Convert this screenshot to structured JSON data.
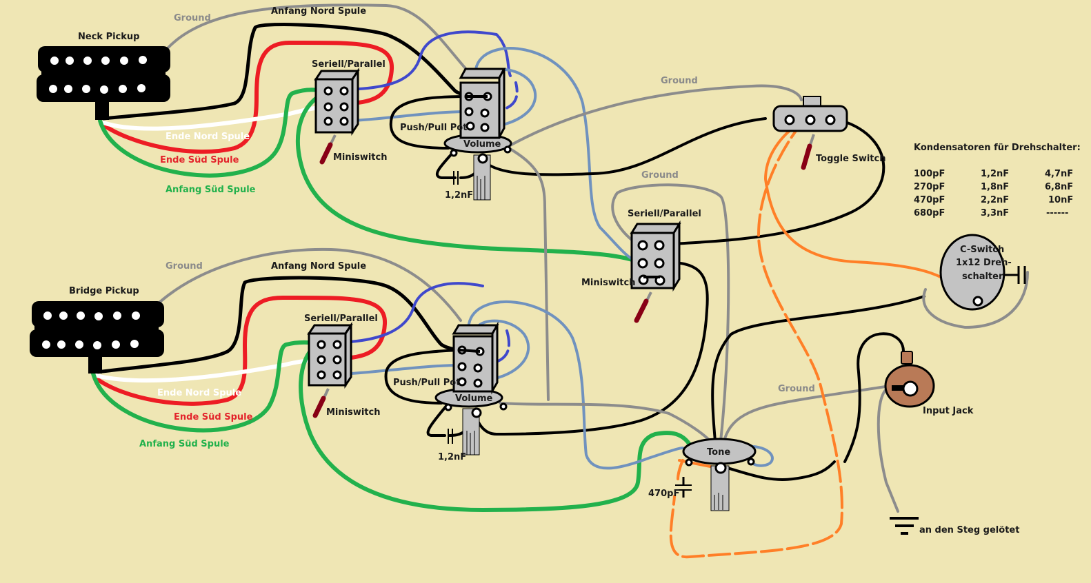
{
  "title": "Guitar wiring diagram: 2 humbuckers with coil split/series-parallel, C-Switch, toggle switch",
  "colors": {
    "background": "#efe6b4",
    "wire_black": "#000000",
    "wire_red": "#ed1c24",
    "wire_white": "#ffffff",
    "wire_green": "#22b14c",
    "wire_ground": "#8c8c8c",
    "wire_blue": "#3f48cc",
    "wire_light_blue": "#7092be",
    "wire_orange": "#ff7f27",
    "component_gray": "#c3c3c3",
    "lever": "#880015",
    "jack": "#b97a57"
  },
  "neck": {
    "pickup_label": "Neck Pickup",
    "ground_label": "Ground",
    "anfang_nord_label": "Anfang Nord Spule",
    "ende_nord_label": "Ende Nord Spule",
    "ende_sued_label": "Ende Süd Spule",
    "anfang_sued_label": "Anfang Süd Spule",
    "switch_label": "Seriell/Parallel",
    "miniswitch_label": "Miniswitch",
    "pot_label": "Push/Pull Pot",
    "volume_label": "Volume",
    "cap_label": "1,2nF"
  },
  "bridge": {
    "pickup_label": "Bridge Pickup",
    "ground_label": "Ground",
    "anfang_nord_label": "Anfang Nord Spule",
    "ende_nord_label": "Ende Nord Spule",
    "ende_sued_label": "Ende Süd Spule",
    "anfang_sued_label": "Anfang Süd Spule",
    "switch_label": "Seriell/Parallel",
    "miniswitch_label": "Miniswitch",
    "pot_label": "Push/Pull Pot",
    "volume_label": "Volume",
    "cap_label": "1,2nF"
  },
  "middle_switch": {
    "ground_label": "Ground",
    "switch_label": "Seriell/Parallel",
    "miniswitch_label": "Miniswitch"
  },
  "toggle": {
    "ground_label": "Ground",
    "label": "Toggle Switch"
  },
  "tone": {
    "label": "Tone",
    "cap_label": "470pF",
    "ground_label": "Ground"
  },
  "jack": {
    "label": "Input Jack",
    "ground_note": "an den Steg gelötet"
  },
  "c_switch": {
    "line1": "C-Switch",
    "line2": "1x12 Dreh-",
    "line3": "schalter"
  },
  "capacitor_table": {
    "title": "Kondensatoren für Drehschalter:",
    "rows": [
      [
        "100pF",
        "1,2nF",
        "4,7nF"
      ],
      [
        "270pF",
        "1,8nF",
        "6,8nF"
      ],
      [
        "470pF",
        "2,2nF",
        "10nF"
      ],
      [
        "680pF",
        "3,3nF",
        "------"
      ]
    ]
  }
}
